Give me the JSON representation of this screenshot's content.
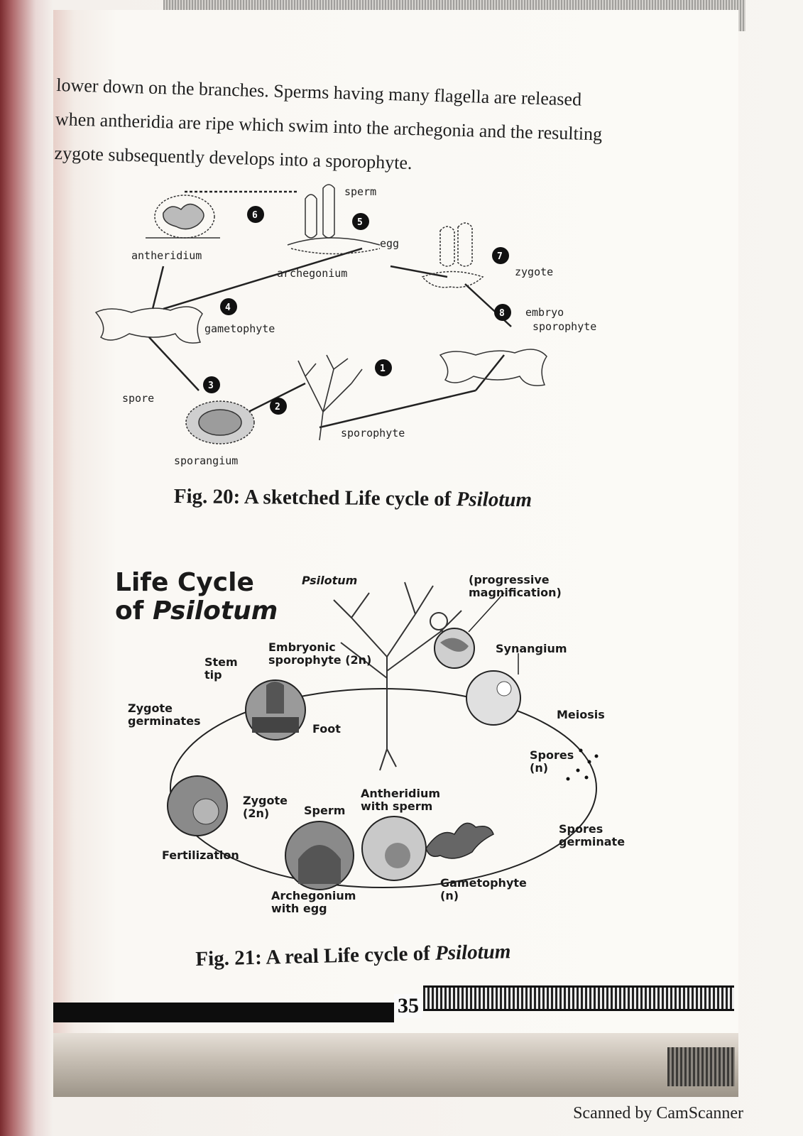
{
  "body_text": {
    "line1": "lower down on the branches. Sperms having many flagella are released",
    "line2": "when antheridia are ripe which swim into the archegonia and the resulting",
    "line3": "zygote subsequently develops into a sporophyte."
  },
  "fig20": {
    "labels": {
      "sperm": "sperm",
      "egg": "egg",
      "antheridium": "antheridium",
      "archegonium": "archegonium",
      "zygote": "zygote",
      "gametophyte": "gametophyte",
      "embryo": "embryo",
      "sporophyte_embryo": "sporophyte",
      "spore": "spore",
      "sporophyte": "sporophyte",
      "sporangium": "sporangium"
    },
    "steps": [
      "1",
      "2",
      "3",
      "4",
      "5",
      "6",
      "7",
      "8"
    ],
    "caption": {
      "prefix": "Fig. 20: A sketched Life cycle of ",
      "genus": "Psilotum"
    }
  },
  "fig21": {
    "title_line1": "Life Cycle",
    "title_line2_prefix": "of ",
    "title_line2_genus": "Psilotum",
    "labels": {
      "psilotum": "Psilotum",
      "magnification_1": "(progressive",
      "magnification_2": "magnification)",
      "synangium": "Synangium",
      "meiosis": "Meiosis",
      "spores_1": "Spores",
      "spores_2": "(n)",
      "spores_germinate_1": "Spores",
      "spores_germinate_2": "germinate",
      "gametophyte_1": "Gametophyte",
      "gametophyte_2": "(n)",
      "antheridium_1": "Antheridium",
      "antheridium_2": "with sperm",
      "sperm": "Sperm",
      "archegonium_1": "Archegonium",
      "archegonium_2": "with egg",
      "fertilization": "Fertilization",
      "zygote_1": "Zygote",
      "zygote_2": "(2n)",
      "zygote_germinates_1": "Zygote",
      "zygote_germinates_2": "germinates",
      "stem_tip_1": "Stem",
      "stem_tip_2": "tip",
      "embryonic_1": "Embryonic",
      "embryonic_2": "sporophyte (2n)",
      "foot": "Foot"
    },
    "caption": {
      "prefix": "Fig. 21: A real Life cycle of ",
      "genus": "Psilotum"
    }
  },
  "footer": {
    "page_number": "35",
    "scanner_credit": "Scanned by CamScanner"
  }
}
